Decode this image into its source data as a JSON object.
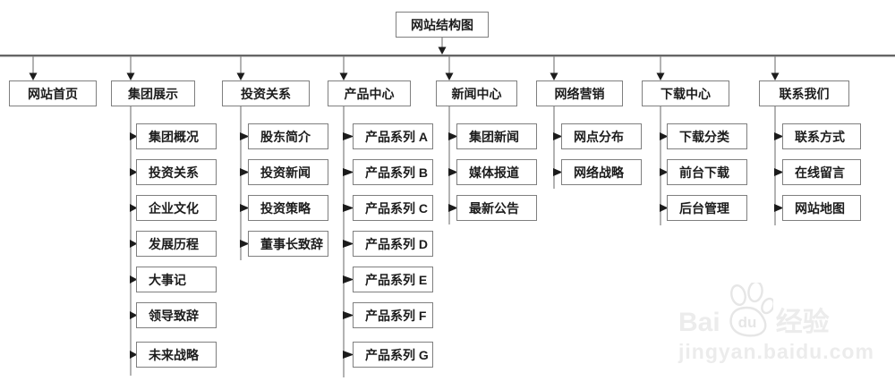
{
  "diagram": {
    "root": "网站结构图",
    "columns": [
      {
        "label": "网站首页",
        "children": []
      },
      {
        "label": "集团展示",
        "children": [
          "集团概况",
          "投资关系",
          "企业文化",
          "发展历程",
          "大事记",
          "领导致辞",
          "未来战略"
        ]
      },
      {
        "label": "投资关系",
        "children": [
          "股东简介",
          "投资新闻",
          "投资策略",
          "董事长致辞"
        ]
      },
      {
        "label": "产品中心",
        "children": [
          "产品系列 A",
          "产品系列 B",
          "产品系列 C",
          "产品系列 D",
          "产品系列 E",
          "产品系列 F",
          "产品系列 G"
        ]
      },
      {
        "label": "新闻中心",
        "children": [
          "集团新闻",
          "媒体报道",
          "最新公告"
        ]
      },
      {
        "label": "网络营销",
        "children": [
          "网点分布",
          "网络战略"
        ]
      },
      {
        "label": "下载中心",
        "children": [
          "下载分类",
          "前台下载",
          "后台管理"
        ]
      },
      {
        "label": "联系我们",
        "children": [
          "联系方式",
          "在线留言",
          "网站地图"
        ]
      }
    ]
  },
  "watermark": {
    "brand_prefix": "Bai",
    "paw_text": "du",
    "brand_suffix": "经验",
    "url": "jingyan.baidu.com"
  },
  "colors": {
    "main_line": "#666666",
    "stem_line": "#8a8a8a",
    "arrow": "#1c1c1c",
    "box_border": "#7f7f7f",
    "watermark": "#ececec"
  }
}
